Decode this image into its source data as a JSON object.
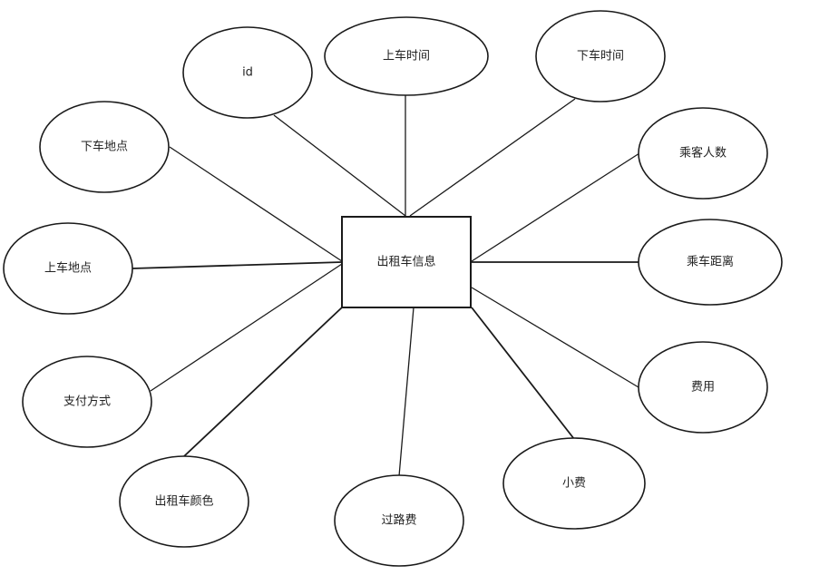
{
  "entity": {
    "label": "出租车信息"
  },
  "attributes": [
    {
      "key": "id",
      "label": "id"
    },
    {
      "key": "pickup_time",
      "label": "上车时间"
    },
    {
      "key": "dropoff_time",
      "label": "下车时间"
    },
    {
      "key": "dropoff_location",
      "label": "下车地点"
    },
    {
      "key": "pickup_location",
      "label": "上车地点"
    },
    {
      "key": "passenger_count",
      "label": "乘客人数"
    },
    {
      "key": "trip_distance",
      "label": "乘车距离"
    },
    {
      "key": "payment_type",
      "label": "支付方式"
    },
    {
      "key": "fare",
      "label": "费用"
    },
    {
      "key": "taxi_color",
      "label": "出租车颜色"
    },
    {
      "key": "toll",
      "label": "过路费"
    },
    {
      "key": "tip",
      "label": "小费"
    }
  ]
}
